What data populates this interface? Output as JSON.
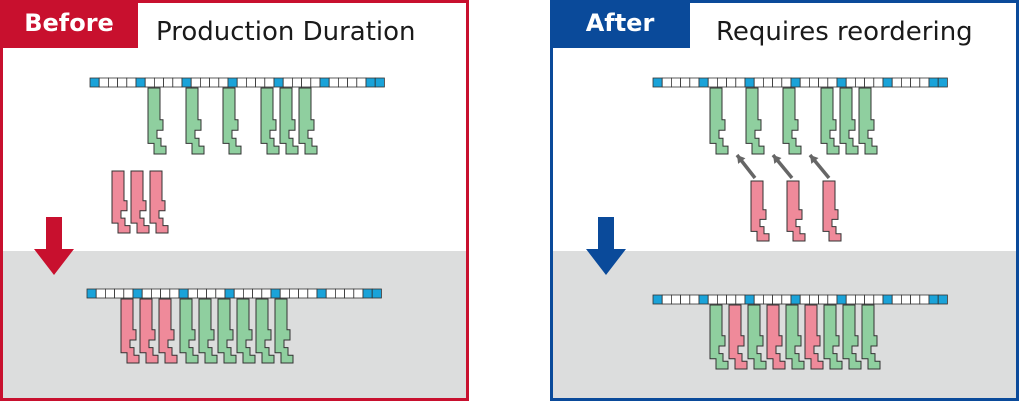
{
  "before": {
    "badge": "Before",
    "title": "Production Duration",
    "accent": "#c8102e",
    "band_color": "#dcdddd"
  },
  "after": {
    "badge": "After",
    "title": "Requires reordering",
    "accent": "#0a4a9a",
    "band_color": "#dcdddd"
  },
  "colors": {
    "green_part": "#8fcf9f",
    "red_part": "#ef8a9a",
    "outline": "#333333",
    "rail_marker": "#1aa3d9",
    "reorder_arrow": "#666666"
  },
  "icons": [
    "down-arrow-icon",
    "reorder-arrow-icon",
    "track-rail-icon"
  ]
}
